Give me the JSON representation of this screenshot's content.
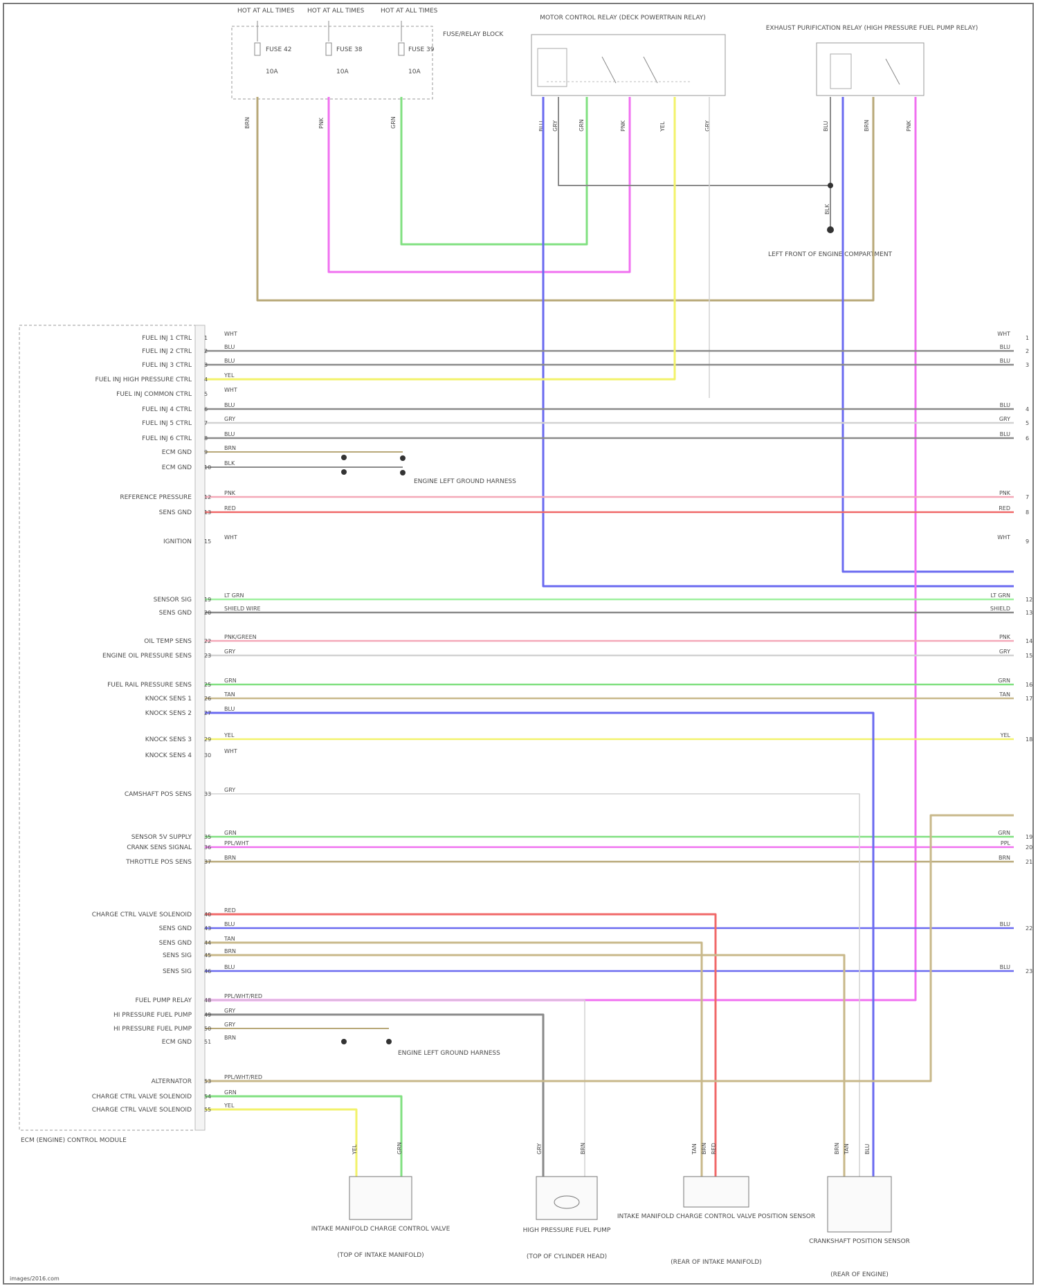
{
  "fuses": [
    {
      "hot": "HOT AT ALL TIMES",
      "name": "FUSE 42",
      "amp": "10A"
    },
    {
      "hot": "HOT AT ALL TIMES",
      "name": "FUSE 38",
      "amp": "10A"
    },
    {
      "hot": "HOT AT ALL TIMES",
      "name": "FUSE 39",
      "amp": "10A"
    }
  ],
  "fuse_block_label": "FUSE/RELAY BLOCK",
  "fuse_wire_colors": [
    "BRN",
    "PNK",
    "GRN"
  ],
  "relay1_title": "MOTOR CONTROL RELAY (DECK POWERTRAIN RELAY)",
  "relay1_pins": [
    "BLU",
    "GRY",
    "GRN",
    "PNK",
    "YEL",
    "GRY"
  ],
  "relay2_title": "EXHAUST PURIFICATION RELAY (HIGH PRESSURE FUEL PUMP RELAY)",
  "relay2_pins": [
    "BLU",
    "BRN",
    "PNK"
  ],
  "ground_wire": "BLK",
  "ground_label": "LEFT FRONT OF ENGINE COMPARTMENT",
  "ecm_label": "ECM (ENGINE) CONTROL MODULE",
  "pins": [
    {
      "n": "1",
      "name": "FUEL INJ 1 CTRL",
      "wire": "WHT",
      "rwire": "WHT",
      "rpin": "1"
    },
    {
      "n": "2",
      "name": "FUEL INJ 2 CTRL",
      "wire": "BLU",
      "rwire": "BLU",
      "rpin": "2"
    },
    {
      "n": "3",
      "name": "FUEL INJ 3 CTRL",
      "wire": "BLU",
      "rwire": "BLU",
      "rpin": "3"
    },
    {
      "n": "4",
      "name": "FUEL INJ HIGH PRESSURE CTRL",
      "wire": "YEL",
      "rwire": "",
      "rpin": ""
    },
    {
      "n": "5",
      "name": "FUEL INJ COMMON CTRL",
      "wire": "WHT",
      "rwire": "",
      "rpin": ""
    },
    {
      "n": "6",
      "name": "FUEL INJ 4 CTRL",
      "wire": "BLU",
      "rwire": "BLU",
      "rpin": "4"
    },
    {
      "n": "7",
      "name": "FUEL INJ 5 CTRL",
      "wire": "GRY",
      "rwire": "GRY",
      "rpin": "5"
    },
    {
      "n": "8",
      "name": "FUEL INJ 6 CTRL",
      "wire": "BLU",
      "rwire": "BLU",
      "rpin": "6"
    },
    {
      "n": "9",
      "name": "ECM GND",
      "wire": "BRN",
      "rwire": "",
      "rpin": ""
    },
    {
      "n": "10",
      "name": "ECM GND",
      "wire": "BLK",
      "rwire": "",
      "rpin": ""
    },
    {
      "n": "12",
      "name": "REFERENCE PRESSURE",
      "wire": "PNK",
      "rwire": "PNK",
      "rpin": "7"
    },
    {
      "n": "13",
      "name": "SENS GND",
      "wire": "RED",
      "rwire": "RED",
      "rpin": "8"
    },
    {
      "n": "15",
      "name": "IGNITION",
      "wire": "WHT",
      "rwire": "WHT",
      "rpin": "9"
    },
    {
      "n": "19",
      "name": "SENSOR SIG",
      "wire": "LT GRN",
      "rwire": "LT GRN",
      "rpin": "12"
    },
    {
      "n": "20",
      "name": "SENS GND",
      "wire": "SHIELD WIRE",
      "rwire": "SHIELD",
      "rpin": "13"
    },
    {
      "n": "22",
      "name": "OIL TEMP SENS",
      "wire": "PNK/GREEN",
      "rwire": "PNK",
      "rpin": "14"
    },
    {
      "n": "23",
      "name": "ENGINE OIL PRESSURE SENS",
      "wire": "GRY",
      "rwire": "GRY",
      "rpin": "15"
    },
    {
      "n": "25",
      "name": "FUEL RAIL PRESSURE SENS",
      "wire": "GRN",
      "rwire": "GRN",
      "rpin": "16"
    },
    {
      "n": "26",
      "name": "KNOCK SENS 1",
      "wire": "TAN",
      "rwire": "TAN",
      "rpin": "17"
    },
    {
      "n": "27",
      "name": "KNOCK SENS 2",
      "wire": "BLU",
      "rwire": "",
      "rpin": ""
    },
    {
      "n": "29",
      "name": "KNOCK SENS 3",
      "wire": "YEL",
      "rwire": "YEL",
      "rpin": "18"
    },
    {
      "n": "30",
      "name": "KNOCK SENS 4",
      "wire": "WHT",
      "rwire": "",
      "rpin": ""
    },
    {
      "n": "33",
      "name": "CAMSHAFT POS SENS",
      "wire": "GRY",
      "rwire": "",
      "rpin": ""
    },
    {
      "n": "35",
      "name": "SENSOR 5V SUPPLY",
      "wire": "GRN",
      "rwire": "GRN",
      "rpin": "19"
    },
    {
      "n": "36",
      "name": "CRANK SENS SIGNAL",
      "wire": "PPL/WHT",
      "rwire": "PPL",
      "rpin": "20"
    },
    {
      "n": "37",
      "name": "THROTTLE POS SENS",
      "wire": "BRN",
      "rwire": "BRN",
      "rpin": "21"
    },
    {
      "n": "40",
      "name": "CHARGE CTRL VALVE SOLENOID",
      "wire": "RED",
      "rwire": "",
      "rpin": ""
    },
    {
      "n": "43",
      "name": "SENS GND",
      "wire": "BLU",
      "rwire": "BLU",
      "rpin": "22"
    },
    {
      "n": "44",
      "name": "SENS GND",
      "wire": "TAN",
      "rwire": "",
      "rpin": ""
    },
    {
      "n": "45",
      "name": "SENS SIG",
      "wire": "BRN",
      "rwire": "",
      "rpin": ""
    },
    {
      "n": "46",
      "name": "SENS SIG",
      "wire": "BLU",
      "rwire": "BLU",
      "rpin": "23"
    },
    {
      "n": "48",
      "name": "FUEL PUMP RELAY",
      "wire": "PPL/WHT/RED",
      "rwire": "",
      "rpin": ""
    },
    {
      "n": "49",
      "name": "HI PRESSURE FUEL PUMP",
      "wire": "GRY",
      "rwire": "",
      "rpin": ""
    },
    {
      "n": "50",
      "name": "HI PRESSURE FUEL PUMP",
      "wire": "GRY",
      "rwire": "",
      "rpin": ""
    },
    {
      "n": "51",
      "name": "ECM GND",
      "wire": "BRN",
      "rwire": "",
      "rpin": ""
    },
    {
      "n": "53",
      "name": "ALTERNATOR",
      "wire": "PPL/WHT/RED",
      "rwire": "",
      "rpin": ""
    },
    {
      "n": "54",
      "name": "CHARGE CTRL VALVE SOLENOID",
      "wire": "GRN",
      "rwire": "",
      "rpin": ""
    },
    {
      "n": "55",
      "name": "CHARGE CTRL VALVE SOLENOID",
      "wire": "YEL",
      "rwire": "",
      "rpin": ""
    }
  ],
  "splice1_label": "ENGINE LEFT GROUND HARNESS",
  "splice2_label": "ENGINE LEFT GROUND HARNESS",
  "components": [
    {
      "title": "INTAKE MANIFOLD CHARGE CONTROL VALVE",
      "loc": "(TOP OF INTAKE MANIFOLD)",
      "pins": [
        "YEL",
        "GRN"
      ]
    },
    {
      "title": "HIGH PRESSURE FUEL PUMP",
      "loc": "(TOP OF CYLINDER HEAD)",
      "pins": [
        "GRY",
        "BRN"
      ]
    },
    {
      "title": "INTAKE MANIFOLD CHARGE CONTROL VALVE POSITION SENSOR",
      "loc": "(REAR OF INTAKE MANIFOLD)",
      "pins": [
        "TAN",
        "BRN",
        "RED"
      ]
    },
    {
      "title": "CRANKSHAFT POSITION SENSOR",
      "loc": "(REAR OF ENGINE)",
      "pins": [
        "BRN",
        "TAN",
        "BLU"
      ]
    }
  ],
  "footer": "images/2016.com",
  "colors": {
    "BRN": "#b8a878",
    "PNK": "#f070f0",
    "GRN": "#80e080",
    "BLU": "#6a6af0",
    "YEL": "#f2f26a",
    "GRY": "#8a8a8a",
    "WHT": "#d2d2d2",
    "RED": "#f06868",
    "LTGRN": "#9ef09e",
    "TAN": "#c8b88a",
    "BLK": "#555555",
    "LTPNK": "#f4a8b8"
  }
}
